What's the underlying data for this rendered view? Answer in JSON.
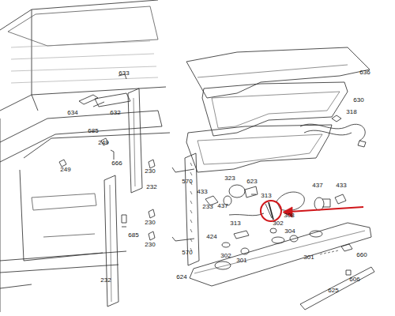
{
  "diagram": {
    "labels": [
      "636",
      "633",
      "630",
      "634",
      "632",
      "318",
      "685",
      "249",
      "666",
      "249",
      "230",
      "570",
      "623",
      "437",
      "433",
      "232",
      "323",
      "437",
      "433",
      "233",
      "313",
      "308",
      "313",
      "302",
      "304",
      "230",
      "685",
      "424",
      "570",
      "230",
      "302",
      "301",
      "301",
      "660",
      "624",
      "606",
      "232",
      "625"
    ]
  }
}
